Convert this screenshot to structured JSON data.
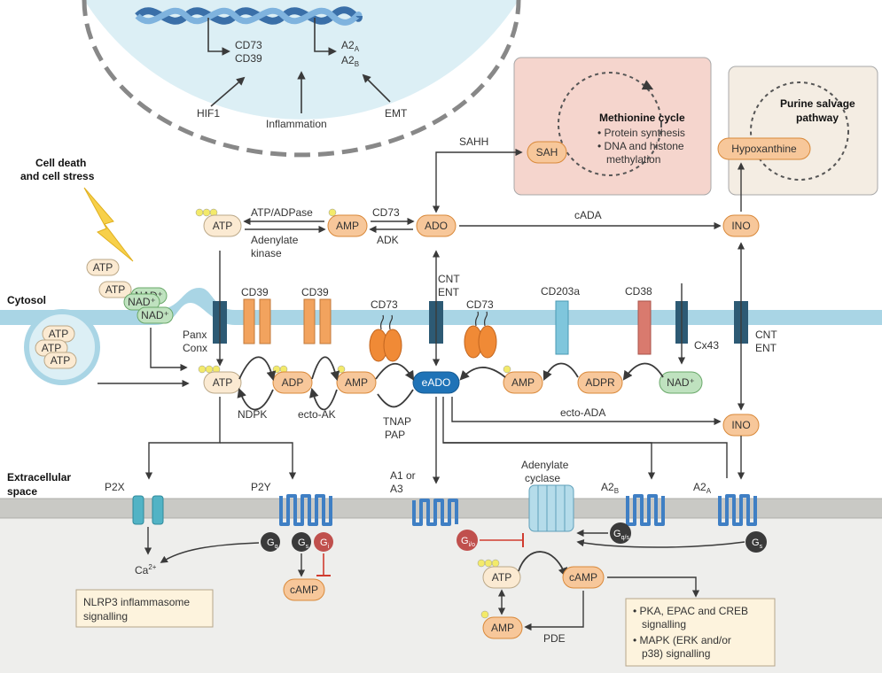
{
  "nucleus": {
    "gene_group_1": "CD73",
    "gene_group_2": "CD39",
    "receptor_gene_1_base": "A2",
    "receptor_gene_1_sub": "A",
    "receptor_gene_2_base": "A2",
    "receptor_gene_2_sub": "B",
    "inducer_1": "HIF1",
    "inducer_2": "Inflammation",
    "inducer_3": "EMT"
  },
  "stress": {
    "line1": "Cell death",
    "line2": "and cell stress"
  },
  "compartments": {
    "cytosol": "Cytosol",
    "extracellular_line1": "Extracellular",
    "extracellular_line2": "space"
  },
  "methionine_cycle": {
    "title": "Methionine cycle",
    "bullet1": "• Protein synthesis",
    "bullet2": "• DNA and histone",
    "bullet2_cont": "methylation",
    "node": "SAH",
    "enzyme": "SAHH"
  },
  "purine_salvage": {
    "title_line1": "Purine salvage",
    "title_line2": "pathway",
    "node": "Hypoxanthine"
  },
  "intracellular": {
    "atp": "ATP",
    "amp": "AMP",
    "ado": "ADO",
    "ino": "INO",
    "enzyme_atp_adpase": "ATP/ADPase",
    "enzyme_adenylate_line1": "Adenylate",
    "enzyme_adenylate_line2": "kinase",
    "enzyme_cd73": "CD73",
    "enzyme_adk": "ADK",
    "enzyme_cada": "cADA"
  },
  "vesicles": {
    "atp": "ATP",
    "nad": "NAD⁺"
  },
  "membrane": {
    "panx_line1": "Panx",
    "panx_line2": "Conx",
    "cd39_1": "CD39",
    "cd39_2": "CD39",
    "cd73_1": "CD73",
    "cd73_2": "CD73",
    "cnt_ent_line1": "CNT",
    "cnt_ent_line2": "ENT",
    "cd203a": "CD203a",
    "cd38": "CD38",
    "cx43": "Cx43",
    "cnt_ent_right_line1": "CNT",
    "cnt_ent_right_line2": "ENT"
  },
  "extracellular": {
    "atp": "ATP",
    "adp": "ADP",
    "amp": "AMP",
    "eado": "eADO",
    "amp2": "AMP",
    "adpr": "ADPR",
    "nad": "NAD⁺",
    "ino": "INO",
    "ndpk": "NDPK",
    "ecto_ak": "ecto-AK",
    "tnap": "TNAP",
    "pap": "PAP",
    "ecto_ada": "ecto-ADA"
  },
  "receptors": {
    "p2x": "P2X",
    "p2y": "P2Y",
    "a1_line1": "A1 or",
    "a1_line2": "A3",
    "a2b_base": "A2",
    "a2b_sub": "B",
    "a2a_base": "A2",
    "a2a_sub": "A",
    "adenylate_line1": "Adenylate",
    "adenylate_line2": "cyclase"
  },
  "g_proteins": {
    "gq": "G",
    "gq_sub": "q",
    "gs": "G",
    "gs_sub": "s",
    "gi": "G",
    "gi_sub": "i",
    "gio": "G",
    "gio_sub": "i/o",
    "gqs": "G",
    "gqs_sub": "q/s",
    "gs2": "G",
    "gs2_sub": "s"
  },
  "signalling": {
    "ca": "Ca",
    "ca_sup": "2+",
    "camp_left": "cAMP",
    "nlrp3_line1": "NLRP3 inflammasome",
    "nlrp3_line2": "signalling",
    "atp": "ATP",
    "camp": "cAMP",
    "amp": "AMP",
    "pde": "PDE",
    "downstream_1": "• PKA, EPAC and CREB",
    "downstream_1_cont": "signalling",
    "downstream_2": "• MAPK (ERK and/or",
    "downstream_2_cont": "p38) signalling"
  },
  "colors": {
    "nucleus_fill": "#d6ecf3",
    "membrane": "#aad6e6",
    "membrane_dark": "#7fc0d7",
    "extracellular_bg": "#f0f0ee",
    "pill_orange": "#f7c79a",
    "pill_stroke": "#d9893a",
    "pill_pale": "#fbead2",
    "pill_green": "#bfe2bf",
    "eado_blue": "#1f73b7",
    "methionine_box": "#f6d6cf",
    "purine_box": "#f5eee4",
    "orange_channel": "#f2a35e",
    "dark_channel": "#2d5a74",
    "cd203a": "#7fc6dc",
    "cd38": "#d97a6e",
    "g_dark": "#3a3a3a",
    "g_red": "#c0504d",
    "arrow": "#3a3a3a",
    "inhibit": "#d03b2f",
    "yellow_dot": "#f3ea6a",
    "info_box": "#fdf3dd"
  }
}
